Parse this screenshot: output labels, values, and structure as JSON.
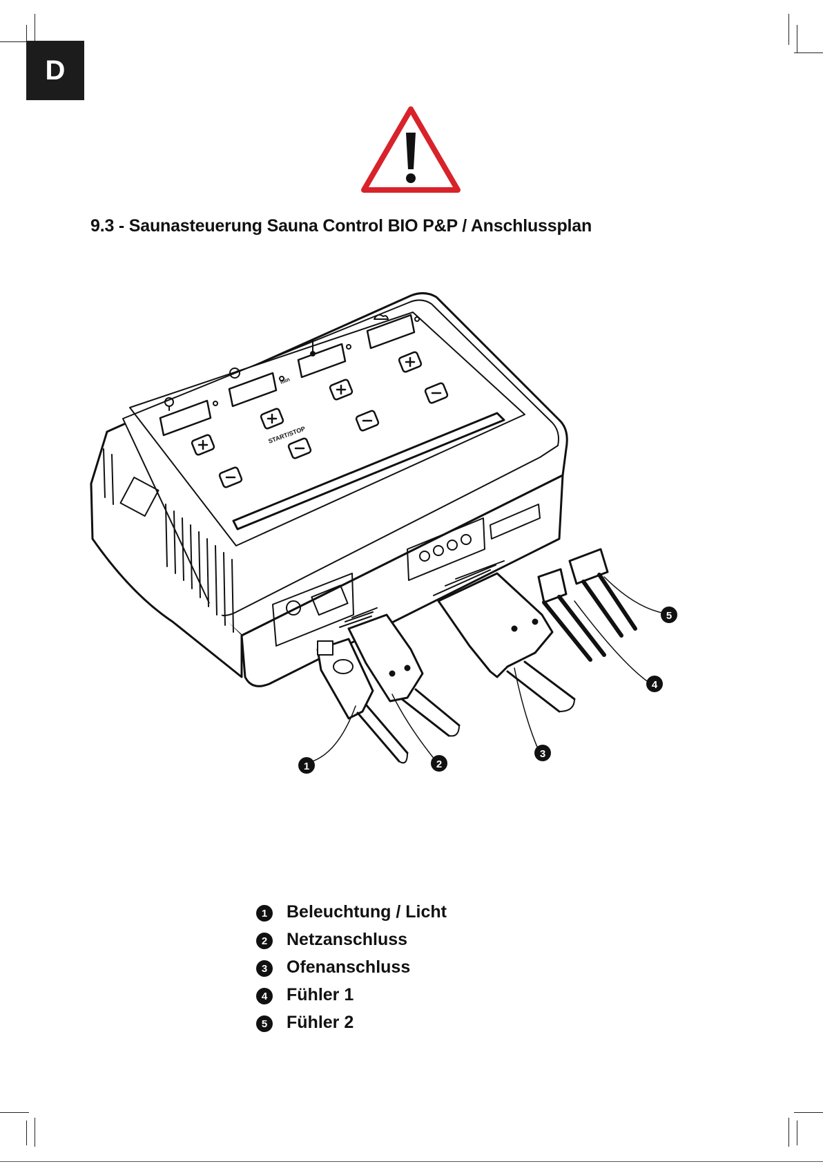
{
  "language_tab": "D",
  "heading": "9.3 - Saunasteuerung Sauna Control BIO P&P / Anschlussplan",
  "diagram": {
    "panel_button_text": "START/STOP",
    "unit_min": "min",
    "callouts": [
      "1",
      "2",
      "3",
      "4",
      "5"
    ]
  },
  "legend": [
    {
      "num": "1",
      "label": "Beleuchtung / Licht"
    },
    {
      "num": "2",
      "label": "Netzanschluss"
    },
    {
      "num": "3",
      "label": "Ofenanschluss"
    },
    {
      "num": "4",
      "label": "Fühler 1"
    },
    {
      "num": "5",
      "label": "Fühler 2"
    }
  ],
  "colors": {
    "warning_red": "#d8232a",
    "ink": "#111111"
  }
}
